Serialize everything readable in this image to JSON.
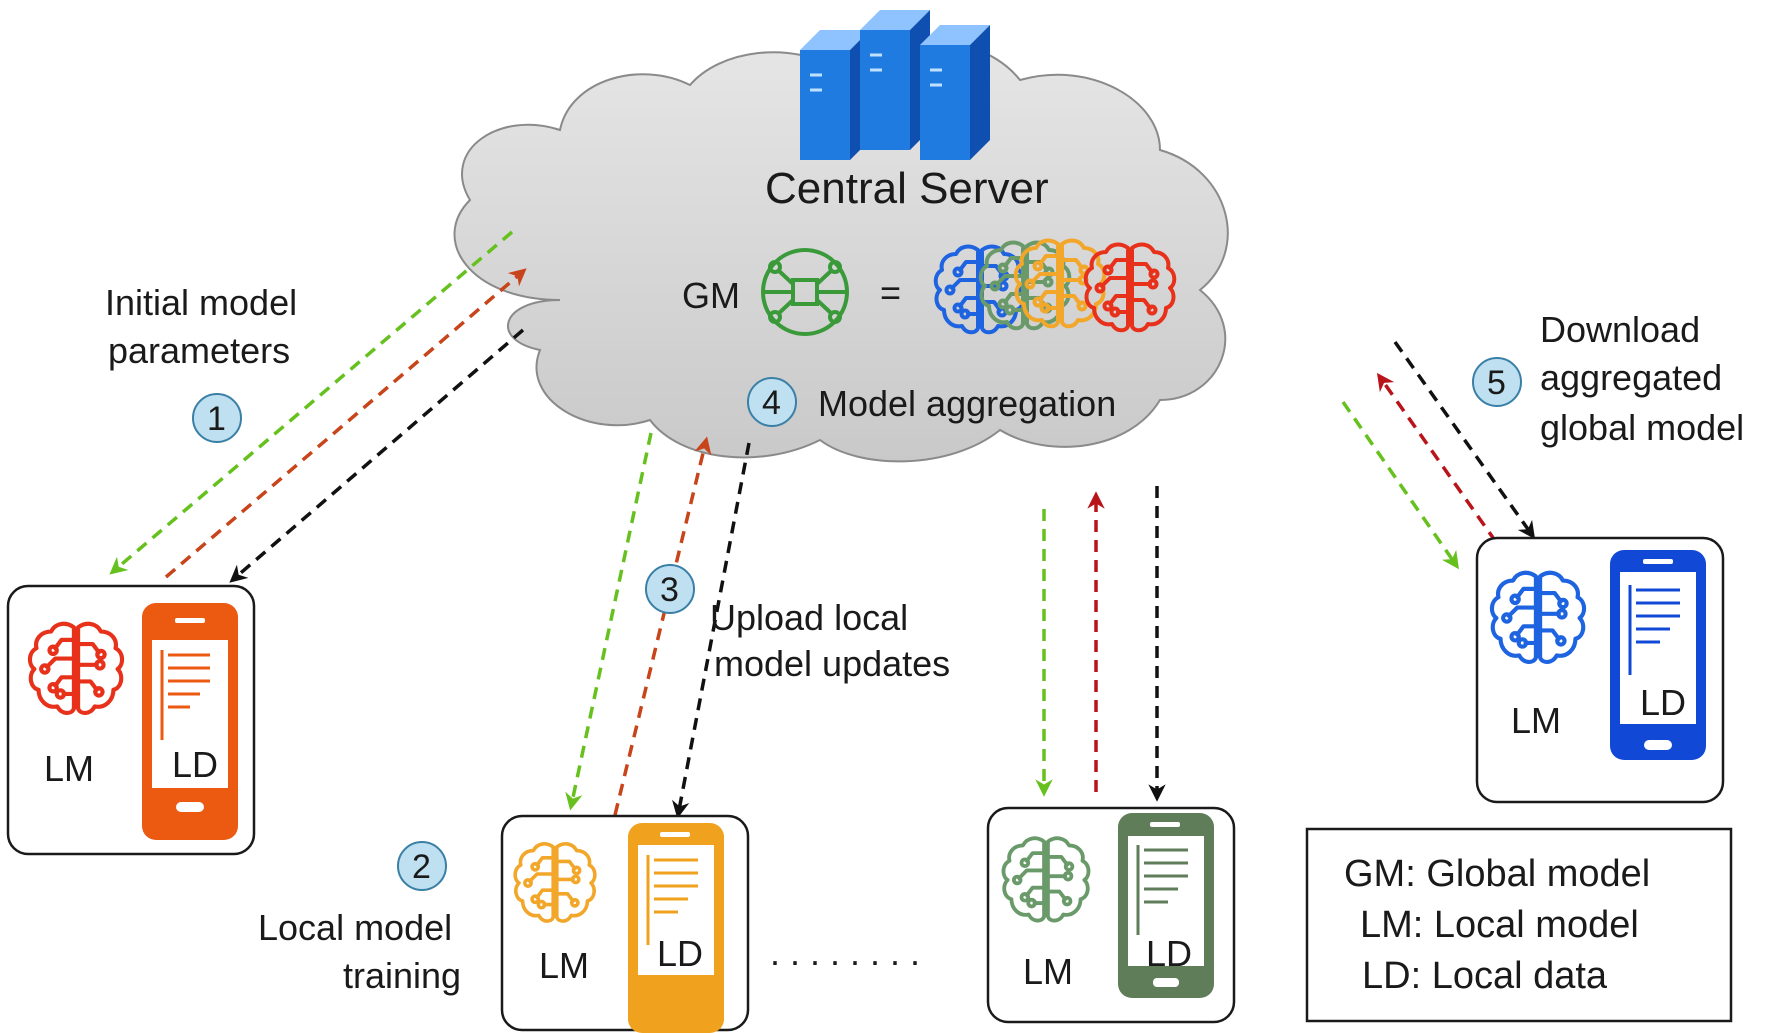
{
  "server": {
    "title": "Central Server",
    "gm_label": "GM",
    "equals": "="
  },
  "steps": [
    {
      "num": "1",
      "lines": [
        "Initial model",
        "parameters"
      ]
    },
    {
      "num": "2",
      "lines": [
        "Local model",
        "training"
      ]
    },
    {
      "num": "3",
      "lines": [
        "Upload local",
        "model updates"
      ]
    },
    {
      "num": "4",
      "lines": [
        "Model aggregation"
      ]
    },
    {
      "num": "5",
      "lines": [
        "Download",
        "aggregated",
        "global model"
      ]
    }
  ],
  "devices": [
    {
      "lm": "LM",
      "ld": "LD",
      "color": "#e8311a",
      "phone_color": "#ec5a12"
    },
    {
      "lm": "LM",
      "ld": "LD",
      "color": "#f2a72b",
      "phone_color": "#f0a21e"
    },
    {
      "lm": "LM",
      "ld": "LD",
      "color": "#6a9a6a",
      "phone_color": "#5f7d58"
    },
    {
      "lm": "LM",
      "ld": "LD",
      "color": "#1e63e0",
      "phone_color": "#1248d6"
    }
  ],
  "ellipsis": ". . . . . . . .",
  "legend": [
    "GM: Global model",
    "LM: Local model",
    "LD: Local data"
  ],
  "colors": {
    "download_arrow": "#66c11e",
    "upload_arrow": "#c8441a",
    "upload_arrow_dark": "#b8141a",
    "black_arrow": "#111111",
    "step_circle": "#bfe0f0",
    "cloud_fill": "#d4d4d4",
    "server_blue": "#1f7be0"
  }
}
